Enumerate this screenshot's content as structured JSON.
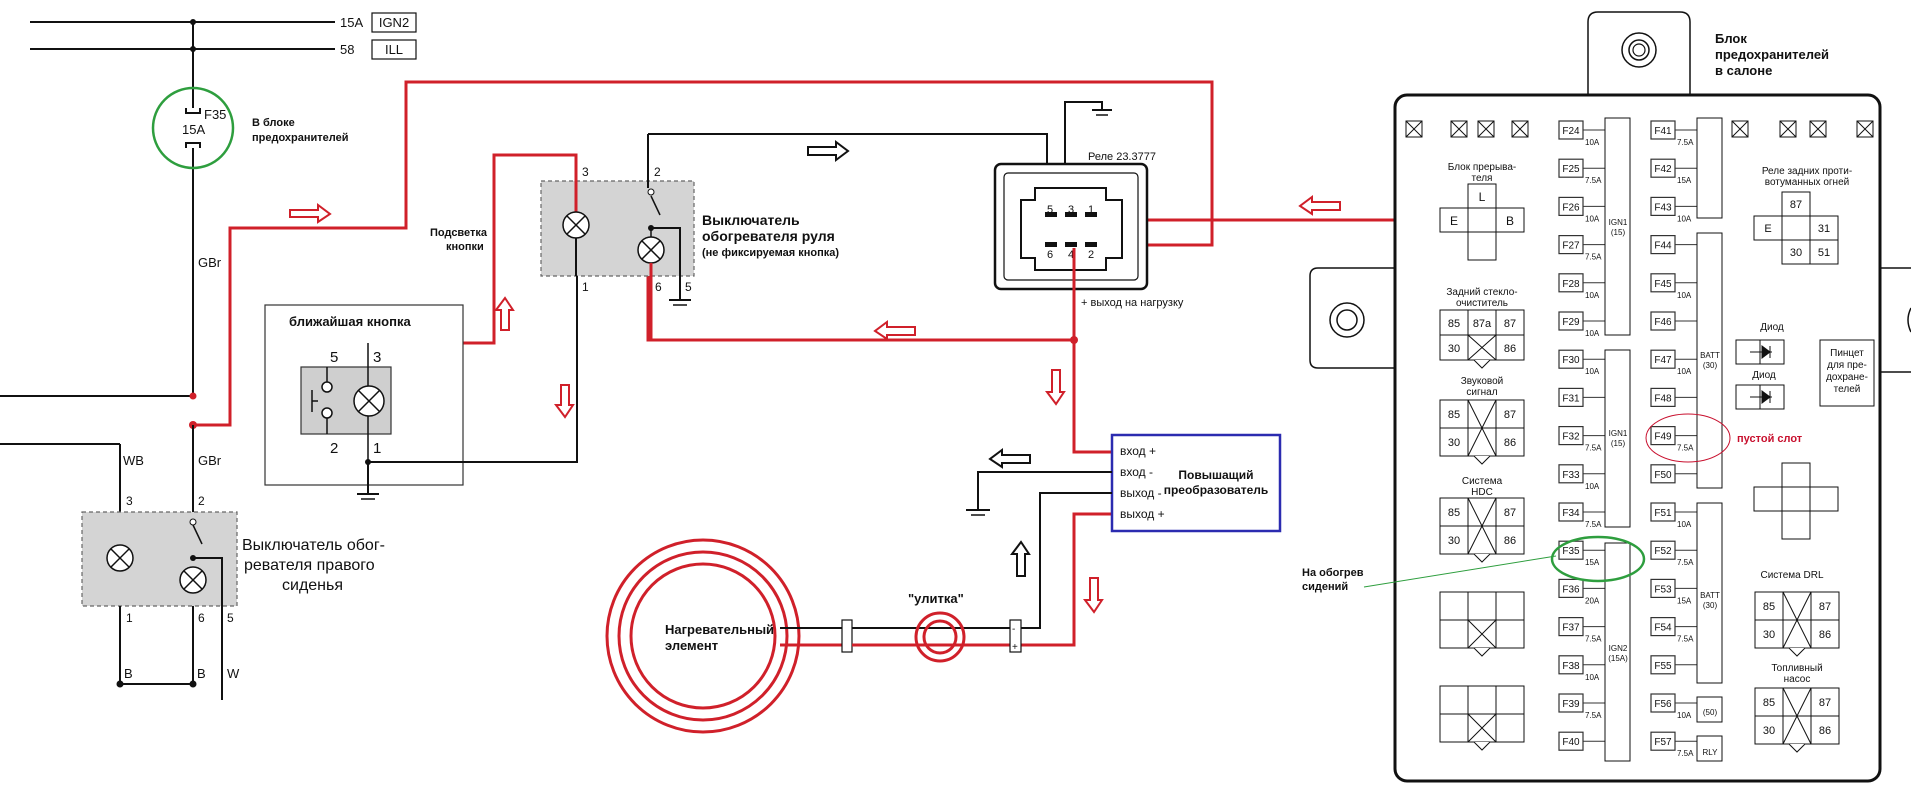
{
  "top_lines": {
    "ign2_amp": "15A",
    "ign2_label": "IGN2",
    "ill_num": "58",
    "ill_label": "ILL"
  },
  "f35_left": {
    "name": "F35",
    "rating": "15A",
    "note_line1": "В блоке",
    "note_line2": "предохранителей"
  },
  "wire_colors": {
    "gbr_top": "GBr",
    "gbr_bottom": "GBr",
    "wb": "WB",
    "b_left": "B",
    "b_mid": "B",
    "w": "W"
  },
  "seat_switch": {
    "title_line1": "Выключатель обог-",
    "title_line2": "ревателя правого",
    "title_line3": "сиденья",
    "pin3": "3",
    "pin2": "2",
    "pin1": "1",
    "pin6": "6",
    "pin5": "5"
  },
  "nearest_button": {
    "title": "ближайшая кнопка",
    "pin5": "5",
    "pin3": "3",
    "pin2": "2",
    "pin1": "1"
  },
  "backlight": {
    "line1": "Подсветка",
    "line2": "кнопки"
  },
  "wheel_switch": {
    "title_line1": "Выключатель",
    "title_line2": "обогревателя руля",
    "note": "(не фиксируемая кнопка)",
    "pin3": "3",
    "pin2": "2",
    "pin1": "1",
    "pin6": "6",
    "pin5": "5"
  },
  "relay": {
    "title": "Реле 23.3777",
    "top_pins": [
      "5",
      "3",
      "1"
    ],
    "bottom_pins": [
      "6",
      "4",
      "2"
    ],
    "output_label": "+ выход на нагрузку"
  },
  "converter": {
    "title_line1": "Повышащий",
    "title_line2": "преобразователь",
    "terminals": [
      "вход +",
      "вход -",
      "выход -",
      "выход +"
    ]
  },
  "heater": {
    "label_line1": "Нагревательный",
    "label_line2": "элемент",
    "snail": "\"улитка\"",
    "minus": "-",
    "plus": "+"
  },
  "fuse_box": {
    "title_line1": "Блок",
    "title_line2": "предохранителей",
    "title_line3": "в салоне",
    "breaker_label_line1": "Блок прерыва-",
    "breaker_label_line2": "теля",
    "breaker_L": "L",
    "breaker_E": "E",
    "breaker_B": "B",
    "rear_wiper_line1": "Задний стекло-",
    "rear_wiper_line2": "очиститель",
    "sound_signal_line1": "Звуковой",
    "sound_signal_line2": "сигнал",
    "hdc_line1": "Система",
    "hdc_line2": "HDC",
    "rear_fog_line1": "Реле задних проти-",
    "rear_fog_line2": "вотуманных огней",
    "diode1": "Диод",
    "diode2": "Диод",
    "tweezers_line1": "Пинцет",
    "tweezers_line2": "для пре-",
    "tweezers_line3": "дохране-",
    "tweezers_line4": "телей",
    "drl": "Система DRL",
    "fuel_pump_line1": "Топливный",
    "fuel_pump_line2": "насос",
    "empty_slot": "пустой слот",
    "seat_heat_line1": "На обогрев",
    "seat_heat_line2": "сидений",
    "left_fuses": [
      {
        "name": "F24",
        "rating": "10A"
      },
      {
        "name": "F25",
        "rating": "7.5A"
      },
      {
        "name": "F26",
        "rating": "10A"
      },
      {
        "name": "F27",
        "rating": "7.5A"
      },
      {
        "name": "F28",
        "rating": "10A"
      },
      {
        "name": "F29",
        "rating": "10A"
      },
      {
        "name": "F30",
        "rating": "10A"
      },
      {
        "name": "F31",
        "rating": ""
      },
      {
        "name": "F32",
        "rating": "7.5A"
      },
      {
        "name": "F33",
        "rating": "10A"
      },
      {
        "name": "F34",
        "rating": "7.5A"
      },
      {
        "name": "F35",
        "rating": "15A"
      },
      {
        "name": "F36",
        "rating": "20A"
      },
      {
        "name": "F37",
        "rating": "7.5A"
      },
      {
        "name": "F38",
        "rating": "10A"
      },
      {
        "name": "F39",
        "rating": "7.5A"
      },
      {
        "name": "F40",
        "rating": ""
      }
    ],
    "right_fuses": [
      {
        "name": "F41",
        "rating": "7.5A"
      },
      {
        "name": "F42",
        "rating": "15A"
      },
      {
        "name": "F43",
        "rating": "10A"
      },
      {
        "name": "F44",
        "rating": ""
      },
      {
        "name": "F45",
        "rating": "10A"
      },
      {
        "name": "F46",
        "rating": ""
      },
      {
        "name": "F47",
        "rating": "10A"
      },
      {
        "name": "F48",
        "rating": ""
      },
      {
        "name": "F49",
        "rating": "7.5A"
      },
      {
        "name": "F50",
        "rating": ""
      },
      {
        "name": "F51",
        "rating": "10A"
      },
      {
        "name": "F52",
        "rating": "7.5A"
      },
      {
        "name": "F53",
        "rating": "15A"
      },
      {
        "name": "F54",
        "rating": "7.5A"
      },
      {
        "name": "F55",
        "rating": ""
      },
      {
        "name": "F56",
        "rating": "10A"
      },
      {
        "name": "F57",
        "rating": "7.5A"
      }
    ],
    "bus_ign1_top": {
      "line1": "IGN1",
      "line2": "(15)"
    },
    "bus_ign1_mid": {
      "line1": "IGN1",
      "line2": "(15)"
    },
    "bus_ign2": {
      "line1": "IGN2",
      "line2": "(15A)"
    },
    "bus_batt_top": {
      "line1": "BATT",
      "line2": "(30)"
    },
    "bus_batt_bottom": {
      "line1": "BATT",
      "line2": "(30)"
    },
    "f56_tag": "(50)",
    "f57_tag": "RLY",
    "relay_pins": {
      "p85": "85",
      "p87": "87",
      "p87a": "87a",
      "p30": "30",
      "p86": "86",
      "p31": "31",
      "p51": "51",
      "pE": "E"
    }
  }
}
